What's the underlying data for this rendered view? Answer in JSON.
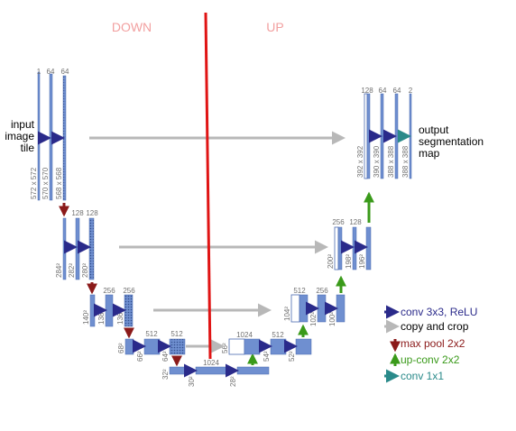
{
  "headings": {
    "down": "DOWN",
    "up": "UP"
  },
  "texts": {
    "input": [
      "input",
      "image",
      "tile"
    ],
    "output": [
      "output",
      "segmentation",
      "map"
    ]
  },
  "channels": {
    "c1": "1",
    "c64a": "64",
    "c64b": "64",
    "c128a": "128",
    "c128b": "128",
    "c256a": "256",
    "c256b": "256",
    "c512a": "512",
    "c512b": "512",
    "c1024a": "1024",
    "c1024b": "1024",
    "u512": "512",
    "u256": "256",
    "u128": "128",
    "o128": "128",
    "o64a": "64",
    "o64b": "64",
    "o2": "2"
  },
  "dims": {
    "d572": "572 x 572",
    "d570": "570 x 570",
    "d568": "568 x 568",
    "d284": "284²",
    "d282": "282²",
    "d280": "280²",
    "d140": "140²",
    "d138": "138²",
    "d136": "136²",
    "d68": "68²",
    "d66": "66²",
    "d64": "64²",
    "d32": "32²",
    "d30": "30²",
    "d28": "28²",
    "d56": "56²",
    "d54": "54²",
    "d52": "52²",
    "d104": "104²",
    "d102": "102²",
    "d100": "100²",
    "d200": "200²",
    "d198": "198²",
    "d196": "196²",
    "d392": "392 x 392",
    "d390": "390 x 390",
    "d388a": "388 x 388",
    "d388b": "388 x 388"
  },
  "legend": {
    "items": [
      {
        "label": "conv 3x3, ReLU",
        "color": "#2a2a8a",
        "icon": "arrow-right-icon"
      },
      {
        "label": "copy and crop",
        "color": "#b8b8b8",
        "icon": "arrow-right-icon"
      },
      {
        "label": "max pool 2x2",
        "color": "#8b1a1a",
        "icon": "arrow-down-icon"
      },
      {
        "label": "up-conv 2x2",
        "color": "#3a9a1a",
        "icon": "arrow-up-icon"
      },
      {
        "label": "conv 1x1",
        "color": "#2a8a8a",
        "icon": "arrow-right-icon"
      }
    ]
  },
  "colors": {
    "block": "#6f8fd0",
    "blockEdge": "#4a6ab0",
    "heading": "#f2a0a0",
    "divider": "#e01414",
    "text": "#000000",
    "dim": "#707070"
  }
}
